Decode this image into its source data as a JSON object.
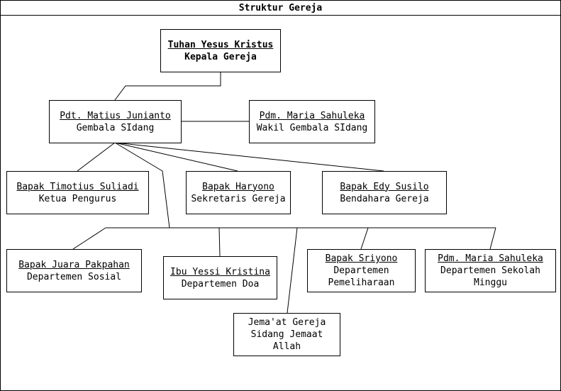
{
  "diagram": {
    "title": "Struktur Gereja",
    "nodes": [
      {
        "id": "kepala",
        "name": "Tuhan Yesus Kristus",
        "role": "Kepala Gereja"
      },
      {
        "id": "gembala",
        "name": "Pdt. Matius Junianto",
        "role": "Gembala SIdang"
      },
      {
        "id": "wakil",
        "name": "Pdm. Maria Sahuleka",
        "role": "Wakil Gembala SIdang"
      },
      {
        "id": "ketua",
        "name": "Bapak Timotius Suliadi",
        "role": "Ketua Pengurus"
      },
      {
        "id": "sekretaris",
        "name": "Bapak Haryono",
        "role": "Sekretaris Gereja"
      },
      {
        "id": "bendahara",
        "name": "Bapak Edy Susilo",
        "role": "Bendahara Gereja"
      },
      {
        "id": "sosial",
        "name": "Bapak Juara Pakpahan",
        "role": "Departemen Sosial"
      },
      {
        "id": "doa",
        "name": "Ibu Yessi Kristina",
        "role": "Departemen Doa"
      },
      {
        "id": "pemeliharaan",
        "name": "Bapak Sriyono",
        "role": "Departemen Pemeliharaan"
      },
      {
        "id": "sekolah-minggu",
        "name": "Pdm. Maria Sahuleka",
        "role": "Departemen Sekolah Minggu"
      },
      {
        "id": "jemaat",
        "name": "Jema'at Gereja Sidang Jemaat Allah",
        "role": ""
      }
    ]
  }
}
